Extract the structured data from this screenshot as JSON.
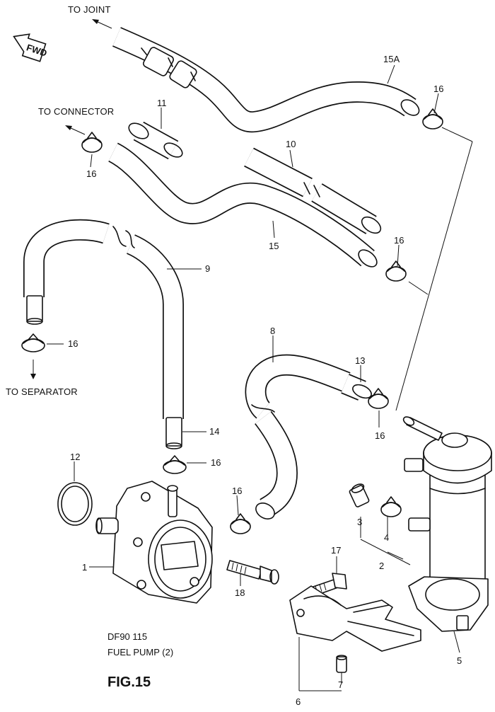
{
  "labels": {
    "to_joint": "TO JOINT",
    "to_connector": "TO CONNECTOR",
    "to_separator": "TO SEPARATOR",
    "fwd": "FWD",
    "model": "DF90 115",
    "subtitle": "FUEL PUMP (2)",
    "figure": "FIG.15"
  },
  "callouts": {
    "p15a": "15A",
    "p16": "16",
    "p11": "11",
    "p10": "10",
    "p15": "15",
    "p9": "9",
    "p8": "8",
    "p13": "13",
    "p14": "14",
    "p12": "12",
    "p1": "1",
    "p3": "3",
    "p4": "4",
    "p2": "2",
    "p17": "17",
    "p18": "18",
    "p5": "5",
    "p6": "6",
    "p7": "7"
  }
}
